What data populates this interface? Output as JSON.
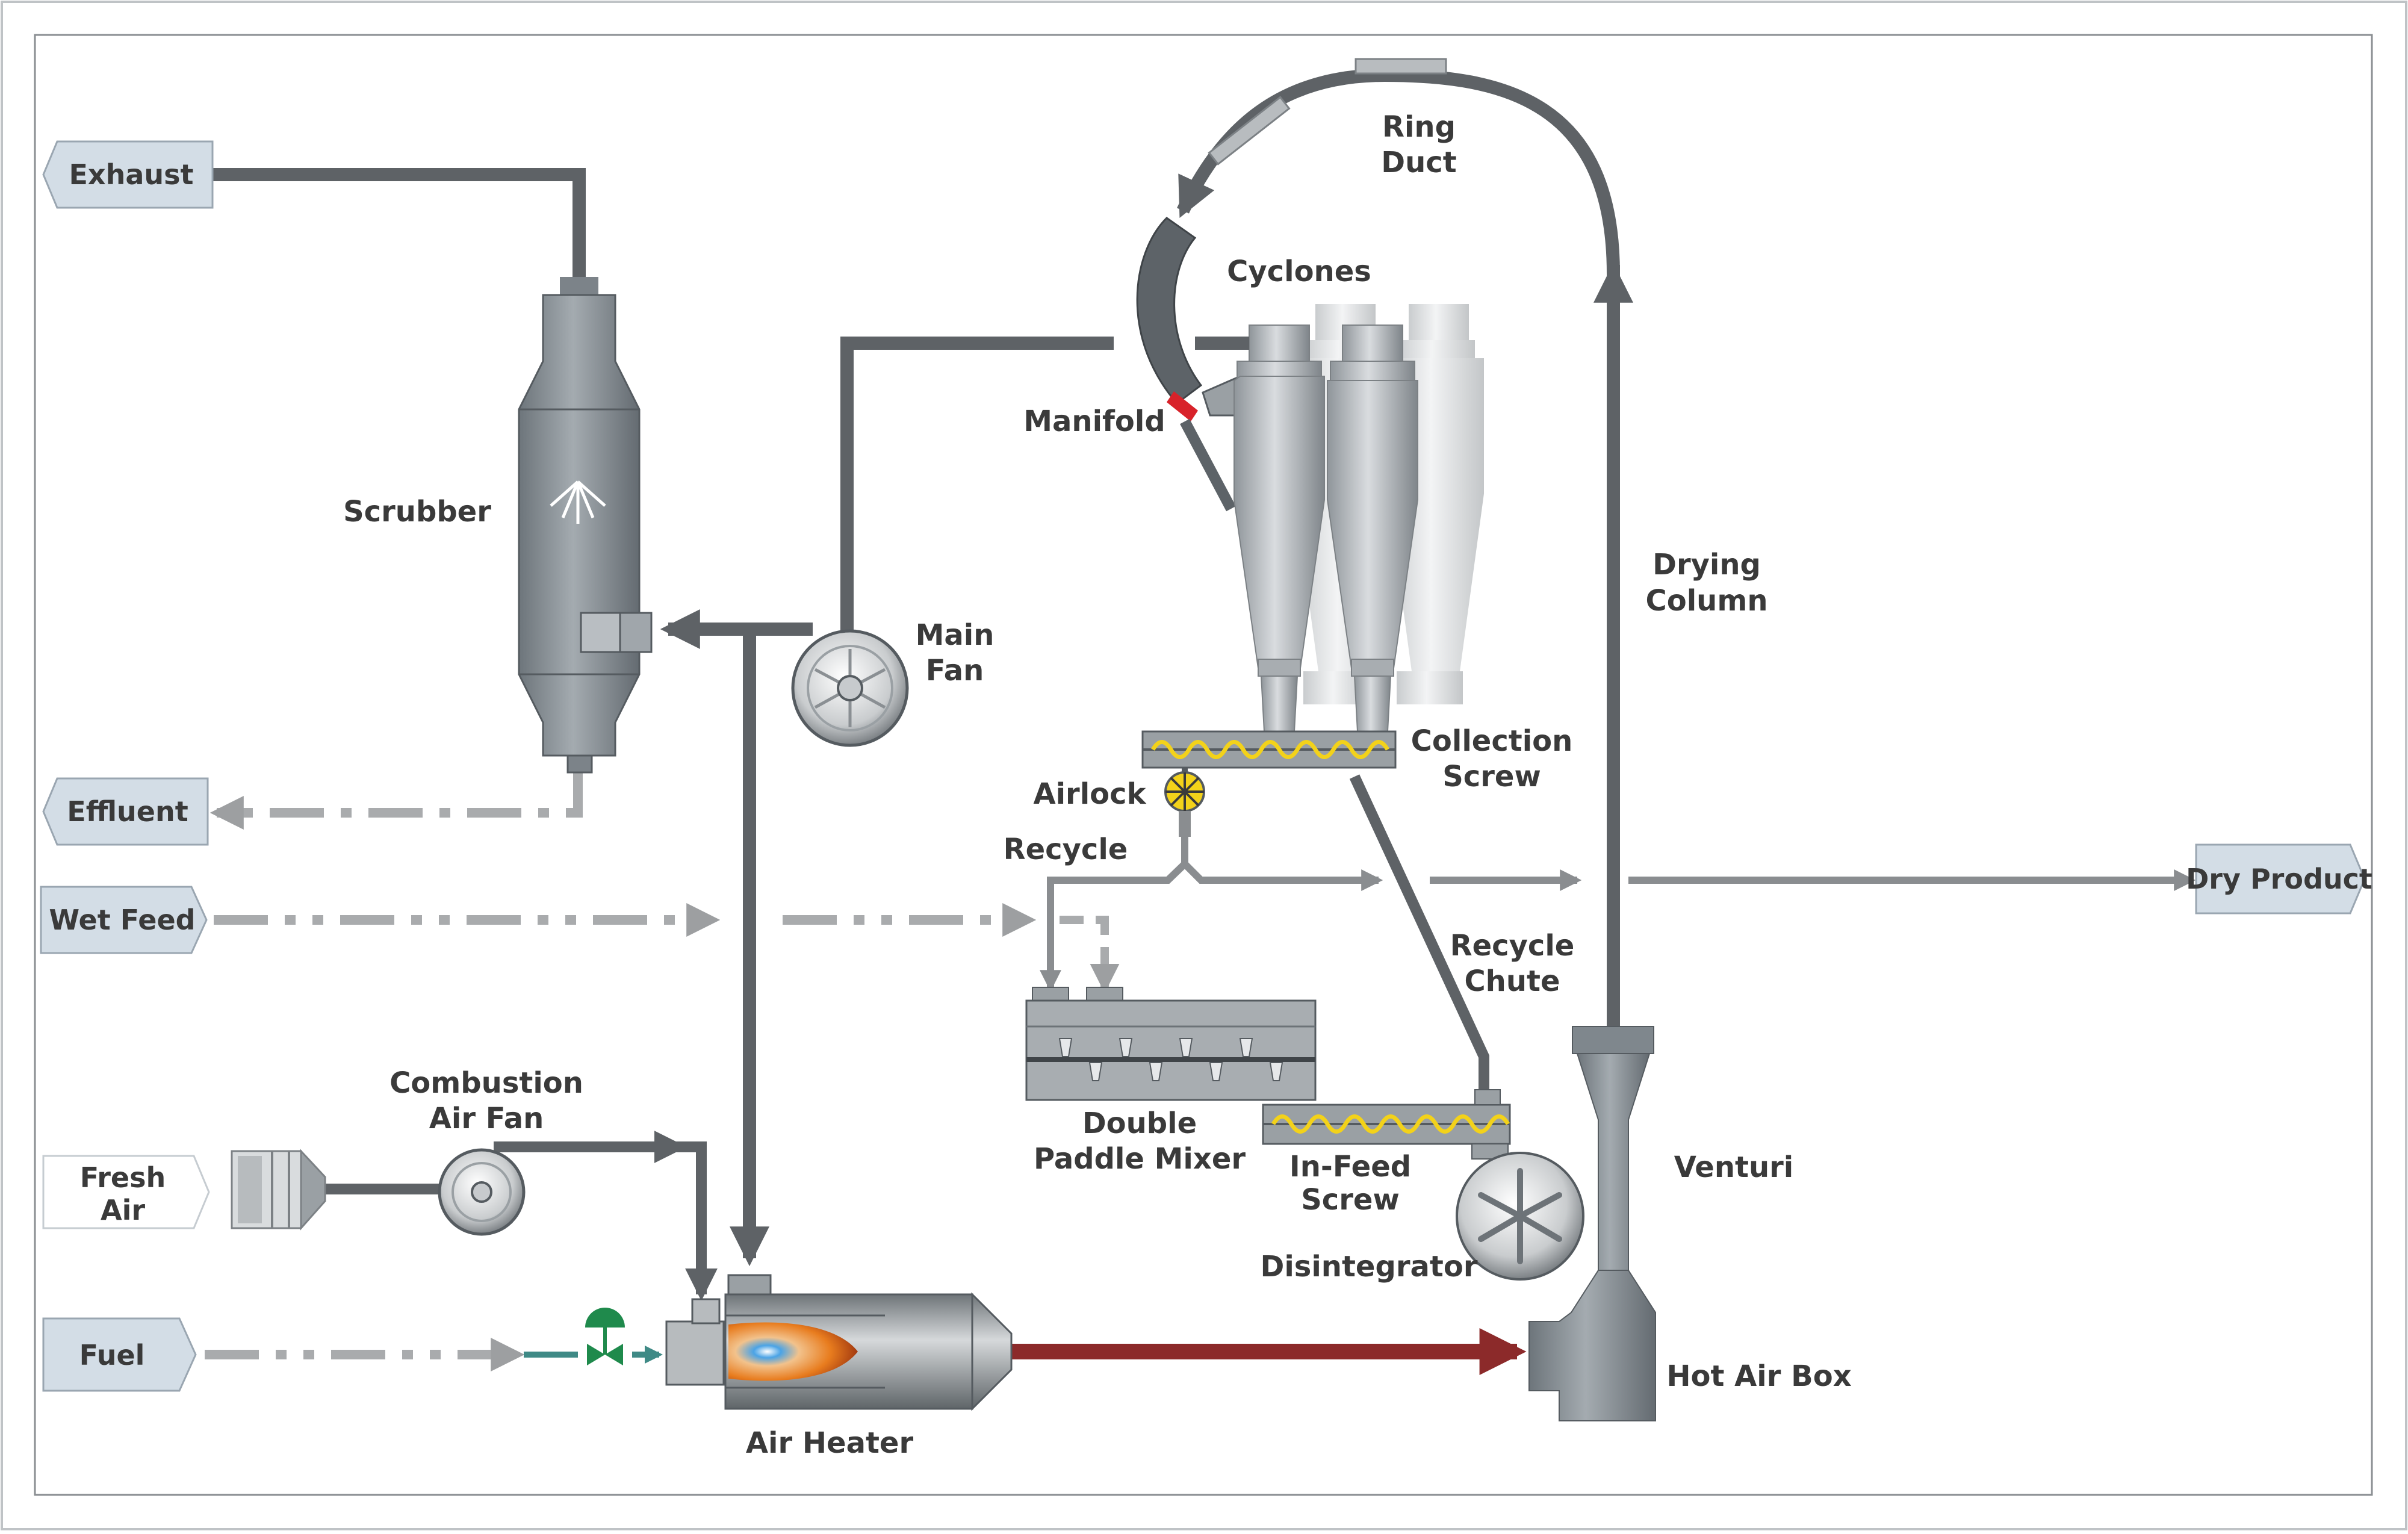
{
  "labels": {
    "exhaust": "Exhaust",
    "effluent": "Effluent",
    "wet_feed": "Wet Feed",
    "fresh_air_1": "Fresh",
    "fresh_air_2": "Air",
    "fuel": "Fuel",
    "dry_product": "Dry Product",
    "scrubber": "Scrubber",
    "main_fan_1": "Main",
    "main_fan_2": "Fan",
    "combustion_fan_1": "Combustion",
    "combustion_fan_2": "Air Fan",
    "air_heater": "Air Heater",
    "ring_duct_1": "Ring",
    "ring_duct_2": "Duct",
    "cyclones": "Cyclones",
    "manifold": "Manifold",
    "drying_column_1": "Drying",
    "drying_column_2": "Column",
    "collection_screw_1": "Collection",
    "collection_screw_2": "Screw",
    "airlock": "Airlock",
    "recycle": "Recycle",
    "recycle_chute_1": "Recycle",
    "recycle_chute_2": "Chute",
    "double_paddle_1": "Double",
    "double_paddle_2": "Paddle Mixer",
    "infeed_screw_1": "In-Feed",
    "infeed_screw_2": "Screw",
    "disintegrator": "Disintegrator",
    "venturi": "Venturi",
    "hot_air_box": "Hot Air Box"
  },
  "colors": {
    "duct": "#5e6266",
    "dash_line": "#a9abad",
    "hot_air": "#8c2a2a",
    "tag_fill": "#d3dde6",
    "vessel": "#868e94",
    "fuel_valve": "#1f8a4c",
    "screw": "#f3d21a"
  }
}
